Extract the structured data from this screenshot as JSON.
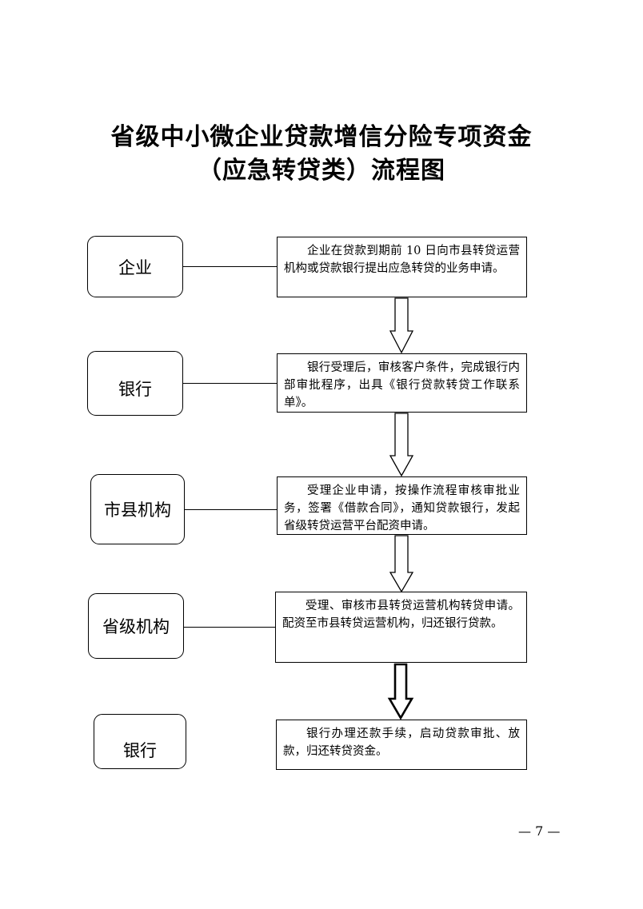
{
  "title": {
    "line1": "省级中小微企业贷款增信分险专项资金",
    "line2": "（应急转贷类）流程图"
  },
  "flow": [
    {
      "actor": "企业",
      "text": "企业在贷款到期前 10 日向市县转贷运营机构或贷款银行提出应急转贷的业务申请。"
    },
    {
      "actor": "银行",
      "text": "银行受理后，审核客户条件，完成银行内部审批程序，出具《银行贷款转贷工作联系单》。"
    },
    {
      "actor": "市县机构",
      "text": "受理企业申请，按操作流程审核审批业务，签署《借款合同》，通知贷款银行，发起省级转贷运营平台配资申请。"
    },
    {
      "actor": "省级机构",
      "text": "受理、审核市县转贷运营机构转贷申请。配资至市县转贷运营机构，归还银行贷款。"
    },
    {
      "actor": "银行",
      "text": "银行办理还款手续，启动贷款审批、放款，归还转贷资金。"
    }
  ],
  "page_number": "— 7 —"
}
